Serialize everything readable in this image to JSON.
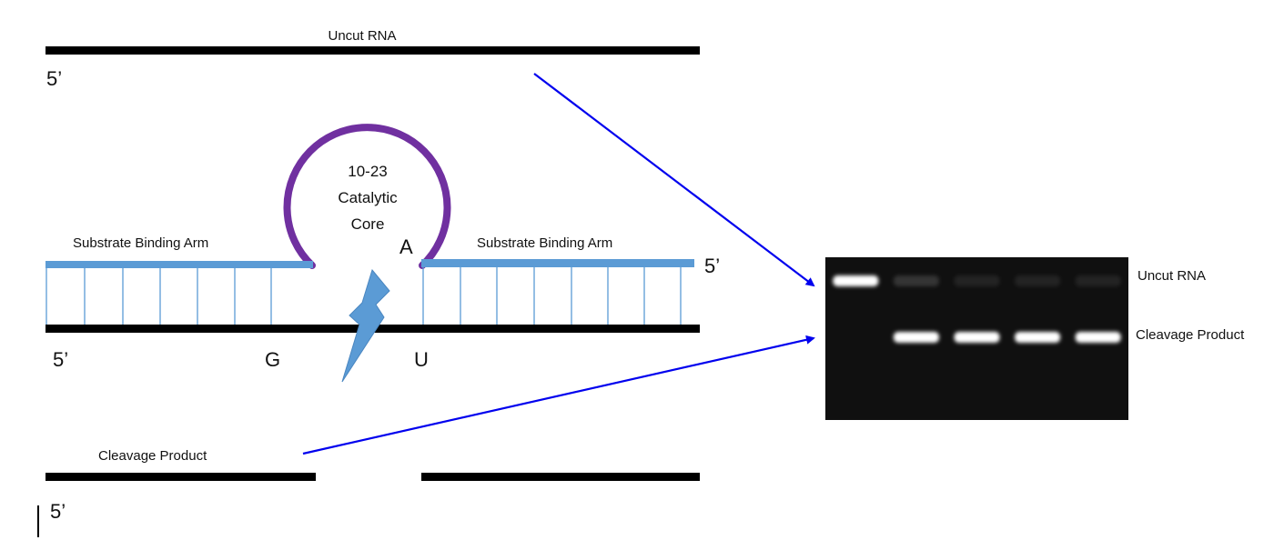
{
  "labels": {
    "uncut_rna": "Uncut RNA",
    "core_line1": "10-23",
    "core_line2": "Catalytic",
    "core_line3": "Core",
    "left_arm": "Substrate Binding Arm",
    "right_arm": "Substrate Binding Arm",
    "base_a": "A",
    "base_g": "G",
    "base_u": "U",
    "five_prime": "5’",
    "cleavage_product": "Cleavage Product"
  },
  "gel": {
    "label_uncut": "Uncut RNA",
    "label_cleavage": "Cleavage Product",
    "lanes": [
      {
        "uncut_intensity": 1.0,
        "cleavage_intensity": 0.0
      },
      {
        "uncut_intensity": 0.15,
        "cleavage_intensity": 1.0
      },
      {
        "uncut_intensity": 0.08,
        "cleavage_intensity": 1.0
      },
      {
        "uncut_intensity": 0.08,
        "cleavage_intensity": 1.0
      },
      {
        "uncut_intensity": 0.08,
        "cleavage_intensity": 1.0
      }
    ]
  },
  "colors": {
    "strand": "#000000",
    "binding_arm": "#5b9bd5",
    "catalytic_loop": "#7030a0",
    "arrow": "#0000ee",
    "bolt": "#5b9bd5",
    "gel_background": "#101010",
    "gel_band": "#ffffff"
  }
}
